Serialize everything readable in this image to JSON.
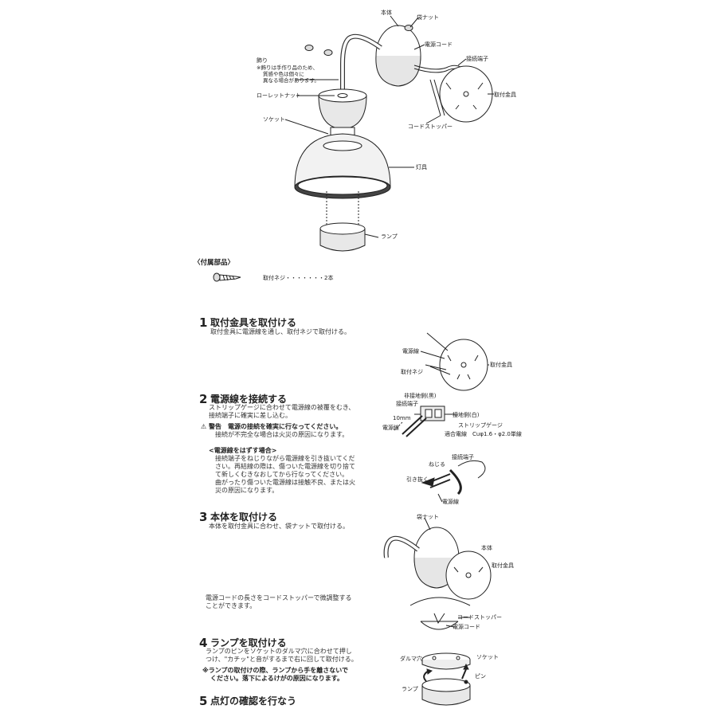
{
  "top_diagram": {
    "labels": {
      "body": "本体",
      "cap_nut": "袋ナット",
      "power_cord": "電源コード",
      "terminal": "接続端子",
      "bracket": "取付金具",
      "cord_stopper": "コードストッパー",
      "decoration": "飾り",
      "decoration_note_1": "※飾りは手作り品のため、",
      "decoration_note_2": "質感や色は個々に",
      "decoration_note_3": "異なる場合があります。",
      "knurled_nut": "ローレットナット",
      "socket": "ソケット",
      "shade": "灯具",
      "lamp": "ランプ"
    }
  },
  "accessories": {
    "heading": "〈付属部品〉",
    "screw_label": "取付ネジ・・・・・・・2本"
  },
  "steps": [
    {
      "num": "1",
      "title": "取付金具を取付ける",
      "lines": [
        "取付金具に電源線を通し、取付ネジで取付ける。"
      ],
      "diagram": {
        "power_wire": "電源線",
        "screw": "取付ネジ",
        "bracket": "取付金具"
      }
    },
    {
      "num": "2",
      "title": "電源線を接続する",
      "lines": [
        "ストリップゲージに合わせて電源線の被覆をむき、",
        "接続端子に確実に差し込む。"
      ],
      "warning_mark": "⚠",
      "warning_title": "警告　電源の接続を確実に行なってください。",
      "warning_sub": "接続が不完全な場合は火災の原因になります。",
      "removal_heading": "<電源線をはずす場合>",
      "removal_lines": [
        "接続端子をねじりながら電源線を引き抜いてくだ",
        "さい。再結線の際は、傷ついた電源線を切り捨て",
        "て新しくむきなおしてから行なってください。",
        "曲がったり傷ついた電源線は接触不良、または火",
        "災の原因になります。"
      ],
      "diagram": {
        "non_ground": "非接地側(黒)",
        "terminal": "接続端子",
        "ground": "接地側(白)",
        "mm": "10mm",
        "strip": "ストリップゲージ",
        "power_wire": "電源線",
        "wire_spec": "適合電線　Cuφ1.6・φ2.0単線",
        "terminal2": "接続端子",
        "twist": "ねじる",
        "pull": "引き抜く",
        "power_wire2": "電源線"
      }
    },
    {
      "num": "3",
      "title": "本体を取付ける",
      "lines": [
        "本体を取付金具に合わせ、袋ナットで取付ける。"
      ],
      "extra_lines": [
        "電源コードの長さをコードストッパーで微調整する",
        "ことができます。"
      ],
      "diagram": {
        "cap_nut": "袋ナット",
        "body": "本体",
        "bracket": "取付金具",
        "cord_stopper": "コードストッパー",
        "power_cord": "電源コード"
      }
    },
    {
      "num": "4",
      "title": "ランプを取付ける",
      "lines": [
        "ランプのピンをソケットのダルマ穴に合わせて押し",
        "つけ、\"カチッ\"と音がするまで右に回して取付ける。"
      ],
      "note_lines": [
        "※ランプの取付けの際、ランプから手を離さないで",
        "ください。落下によるけがの原因になります。"
      ],
      "diagram": {
        "keyhole": "ダルマ穴",
        "socket": "ソケット",
        "pin": "ピン",
        "lamp": "ランプ"
      }
    },
    {
      "num": "5",
      "title": "点灯の確認を行なう"
    }
  ]
}
